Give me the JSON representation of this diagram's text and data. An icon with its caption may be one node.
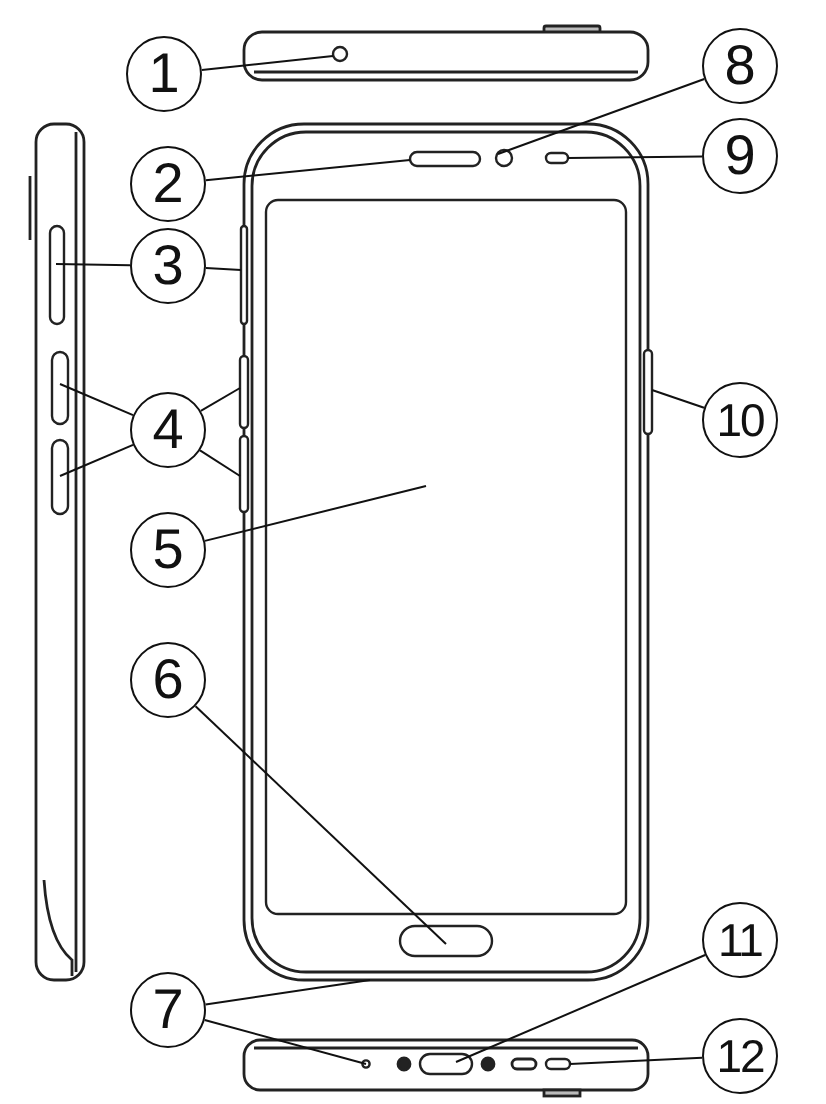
{
  "diagram": {
    "nodes": [
      {
        "text": [
          "1"
        ]
      },
      {
        "text": [
          "2"
        ]
      },
      {
        "text": [
          "3"
        ]
      },
      {
        "text": [
          "4"
        ]
      },
      {
        "text": [
          "5"
        ]
      },
      {
        "text": [
          "6"
        ]
      },
      {
        "text": [
          "7"
        ]
      },
      {
        "text": [
          "8"
        ]
      },
      {
        "text": [
          "9"
        ]
      },
      {
        "text": [
          "10"
        ]
      },
      {
        "text": [
          "11"
        ]
      },
      {
        "text": [
          "12"
        ]
      },
      {
        "text": [],
        "shape": "circle"
      },
      {
        "text": [],
        "shape": "bar"
      },
      {
        "text": [],
        "shape": "bar"
      },
      {
        "text": [],
        "shape": "bar"
      },
      {
        "text": [],
        "shape": "bar"
      },
      {
        "text": [],
        "shape": "bar"
      },
      {
        "text": [],
        "shape": "bar"
      },
      {
        "text": [],
        "shape": "box"
      },
      {
        "text": [],
        "shape": "bar"
      },
      {
        "text": [],
        "shape": "circle"
      },
      {
        "text": [],
        "shape": "circle"
      },
      {
        "text": [],
        "shape": "bar"
      },
      {
        "text": [],
        "shape": "bar"
      },
      {
        "text": [],
        "shape": "bar"
      },
      {
        "text": [],
        "shape": "bar"
      },
      {
        "text": [],
        "shape": "bar"
      }
    ],
    "edges": [
      {
        "from": 0,
        "to": 12,
        "arrow": "none"
      },
      {
        "from": 1,
        "to": 13,
        "arrow": "none"
      },
      {
        "from": 2,
        "to": 14,
        "arrow": "none"
      },
      {
        "from": 2,
        "to": 27,
        "arrow": "none"
      },
      {
        "from": 3,
        "to": 15,
        "arrow": "none"
      },
      {
        "from": 3,
        "to": 16,
        "arrow": "none"
      },
      {
        "from": 3,
        "to": 17,
        "arrow": "none"
      },
      {
        "from": 3,
        "to": 18,
        "arrow": "none"
      },
      {
        "from": 4,
        "to": 19,
        "arrow": "none"
      },
      {
        "from": 5,
        "to": 20,
        "arrow": "none"
      },
      {
        "from": 6,
        "to": null,
        "arrow": "none"
      },
      {
        "from": 6,
        "to": 21,
        "arrow": "none"
      },
      {
        "from": 7,
        "to": 22,
        "arrow": "none"
      },
      {
        "from": 8,
        "to": 23,
        "arrow": "none"
      },
      {
        "from": 9,
        "to": 24,
        "arrow": "none"
      },
      {
        "from": 10,
        "to": 25,
        "arrow": "none"
      },
      {
        "from": 11,
        "to": 26,
        "arrow": "none"
      }
    ]
  }
}
